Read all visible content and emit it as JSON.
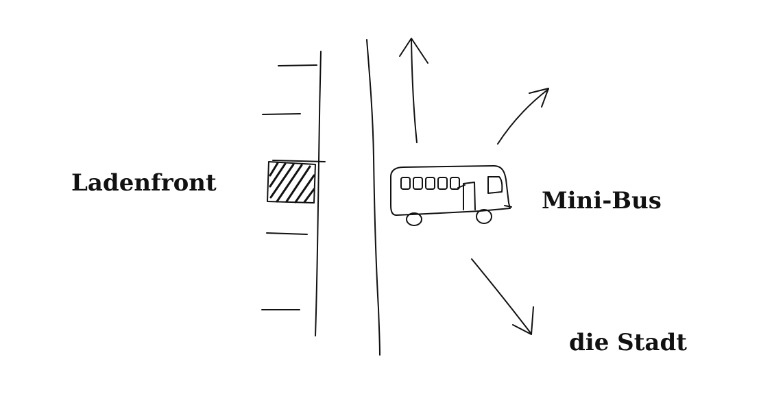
{
  "labels": {
    "storefront": "Ladenfront",
    "minibus": "Mini-Bus",
    "city": "die Stadt"
  },
  "icons": {
    "vehicle": "bus-icon",
    "arrows": [
      "arrow-up-icon",
      "arrow-up-right-icon",
      "arrow-down-right-icon"
    ]
  },
  "colors": {
    "ink": "#111111",
    "background": "#ffffff"
  }
}
